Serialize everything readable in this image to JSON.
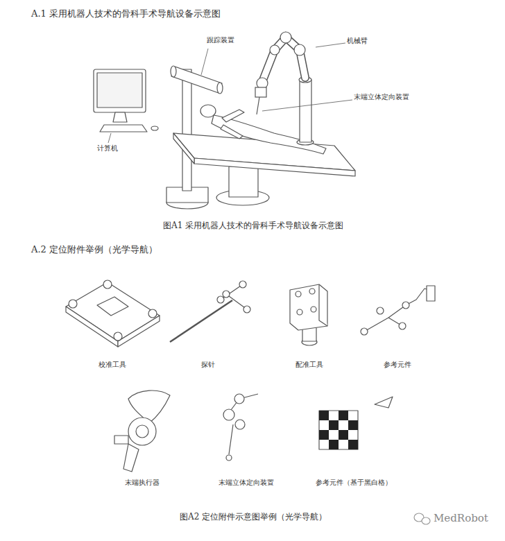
{
  "diagram": {
    "title": "A.1  采用机器人技术的骨科手术导航设备示意图",
    "caption": "图A2 定位附件示意图举例（光学导航）",
    "labels": [
      "图A1 采用机器人技术的骨科手术导航设备示意图",
      "A.2  定位附件举例（光学导航）",
      "跟踪装置",
      "机械臂",
      "末端立体定向装置",
      "计算机",
      "校准工具",
      "探针",
      "配准工具",
      "参考元件",
      "末端执行器",
      "末端立体定向装置",
      "参考元件（基于黑白格）",
      "MedRobot"
    ]
  }
}
